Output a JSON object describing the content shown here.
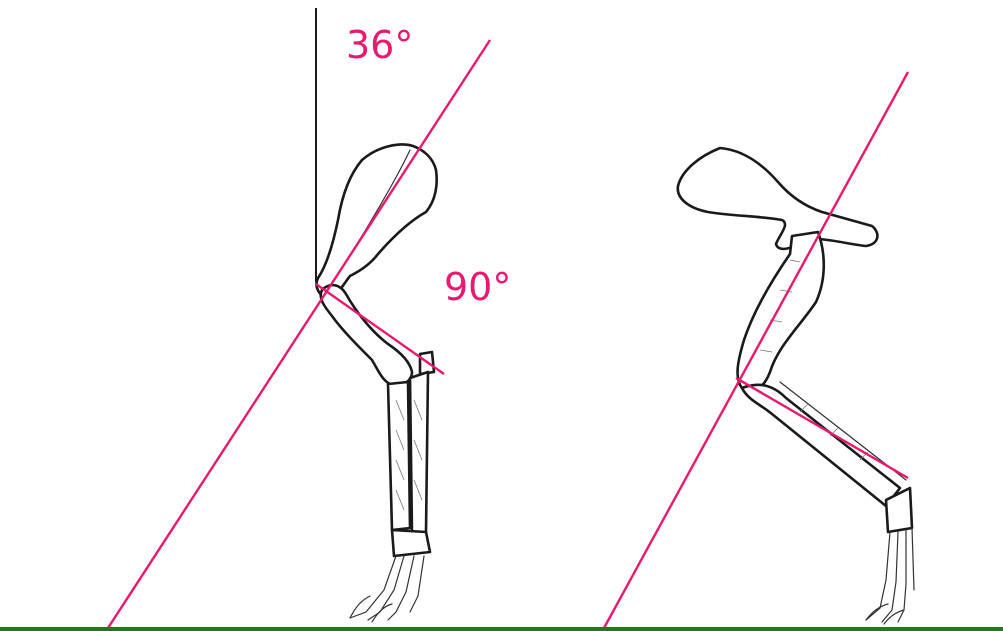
{
  "colors": {
    "angle_line": "#e8196e",
    "ground_line": "#1f7a1f",
    "bone_stroke": "#1a1a1a",
    "background": "#ffffff"
  },
  "labels": {
    "top_angle": "36°",
    "joint_angle": "90°"
  },
  "angles": {
    "shoulder_to_vertical_deg": 36,
    "shoulder_to_humerus_deg": 90
  },
  "figures": [
    {
      "name": "left-forelimb",
      "description_visible": ""
    },
    {
      "name": "right-forelimb",
      "description_visible": ""
    }
  ]
}
